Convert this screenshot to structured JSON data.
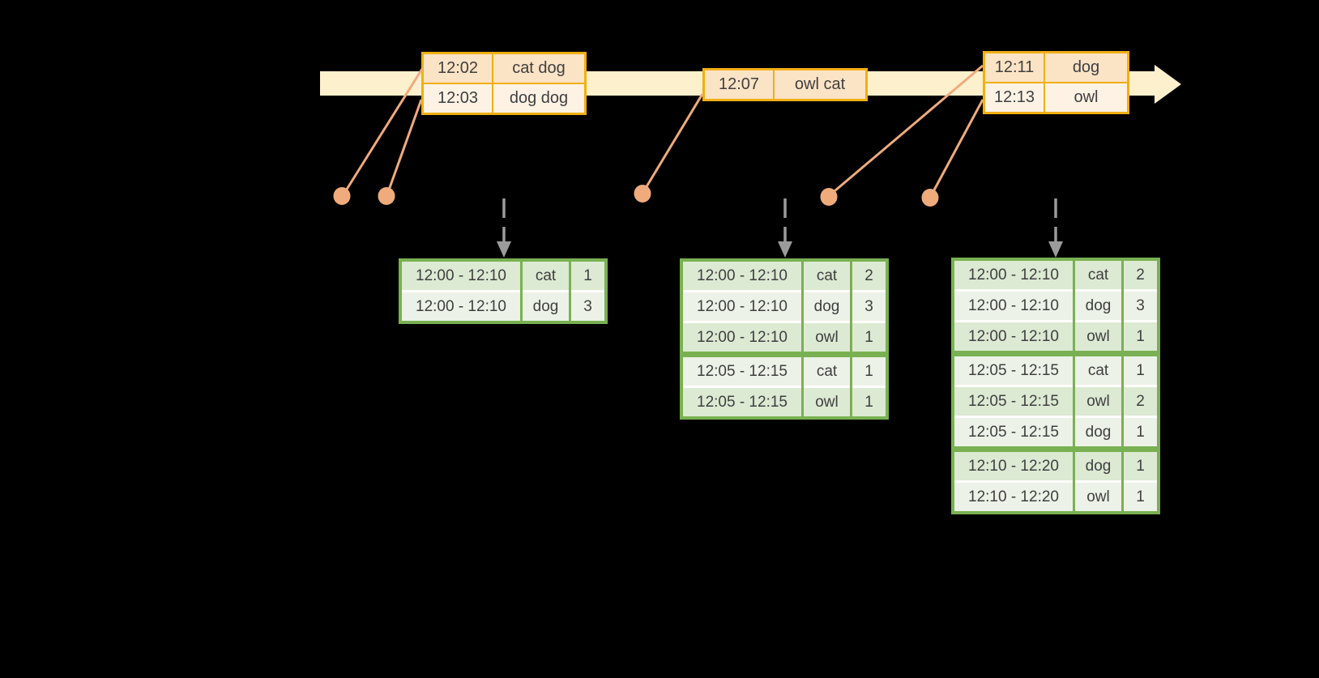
{
  "diagram": {
    "title": "windowed-grouped-aggregation-timeline",
    "description": "Event timeline with event tables and windowed count result tables"
  },
  "colors": {
    "background": "#000000",
    "timeline_fill": "#FCF0CD",
    "event_border": "#F0AF13",
    "event_row_a": "#FBE3C5",
    "event_row_b": "#FDF2E4",
    "connector": "#EFAB7C",
    "result_border": "#79B152",
    "result_row_a": "#DCE9D3",
    "result_row_b": "#ECF2E7",
    "row_separator": "#FDFDFB",
    "trigger_arrow": "#9B9B9B",
    "text": "#3F3F3F"
  },
  "icons": {
    "timeline_arrowhead": "right-pointing-triangle",
    "event_dot": "filled-circle",
    "trigger_arrow": "dashed-down-arrow"
  },
  "event_tables": [
    {
      "rows": [
        {
          "time": "12:02",
          "words": "cat dog"
        },
        {
          "time": "12:03",
          "words": "dog dog"
        }
      ]
    },
    {
      "rows": [
        {
          "time": "12:07",
          "words": "owl cat"
        }
      ]
    },
    {
      "rows": [
        {
          "time": "12:11",
          "words": "dog"
        },
        {
          "time": "12:13",
          "words": "owl"
        }
      ]
    }
  ],
  "result_tables": [
    {
      "rows": [
        [
          "12:00 - 12:10",
          "cat",
          "1"
        ],
        [
          "12:00 - 12:10",
          "dog",
          "3"
        ]
      ],
      "group_starts": []
    },
    {
      "rows": [
        [
          "12:00 - 12:10",
          "cat",
          "2"
        ],
        [
          "12:00 - 12:10",
          "dog",
          "3"
        ],
        [
          "12:00 - 12:10",
          "owl",
          "1"
        ],
        [
          "12:05 - 12:15",
          "cat",
          "1"
        ],
        [
          "12:05 - 12:15",
          "owl",
          "1"
        ]
      ],
      "group_starts": [
        3
      ]
    },
    {
      "rows": [
        [
          "12:00 - 12:10",
          "cat",
          "2"
        ],
        [
          "12:00 - 12:10",
          "dog",
          "3"
        ],
        [
          "12:00 - 12:10",
          "owl",
          "1"
        ],
        [
          "12:05 - 12:15",
          "cat",
          "1"
        ],
        [
          "12:05 - 12:15",
          "owl",
          "2"
        ],
        [
          "12:05 - 12:15",
          "dog",
          "1"
        ],
        [
          "12:10 - 12:20",
          "dog",
          "1"
        ],
        [
          "12:10 - 12:20",
          "owl",
          "1"
        ]
      ],
      "group_starts": [
        3,
        6
      ]
    }
  ]
}
